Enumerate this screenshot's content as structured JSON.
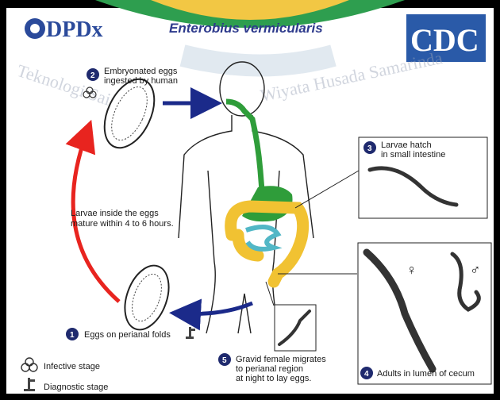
{
  "header": {
    "logo_text": "DPDx",
    "title": "Enterobius vermicularis",
    "cdc_logo": "CDC"
  },
  "watermark": {
    "left": "Teknologi Sains",
    "right": "Wiyata Husada Samarinda"
  },
  "steps": [
    {
      "number": "1",
      "lines": [
        "Eggs on perianal folds"
      ]
    },
    {
      "number": "2",
      "lines": [
        "Embryonated eggs",
        "ingested by human"
      ]
    },
    {
      "number": "3",
      "lines": [
        "Larvae hatch",
        "in small intestine"
      ]
    },
    {
      "number": "4",
      "lines": [
        "Adults in lumen of cecum"
      ]
    },
    {
      "number": "5",
      "lines": [
        "Gravid female migrates",
        "to perianal region",
        "at night to lay eggs."
      ]
    }
  ],
  "cycle_note": [
    "Larvae inside the eggs",
    "mature within 4 to 6 hours."
  ],
  "legend": [
    {
      "icon": "biohazard-icon",
      "label": "Infective stage"
    },
    {
      "icon": "microscope-icon",
      "label": "Diagnostic stage"
    }
  ],
  "sex_symbols": {
    "female": "♀",
    "male": "♂"
  },
  "colors": {
    "background": "#ffffff",
    "frame": "#000000",
    "banner_green": "#2e9e4f",
    "banner_yellow": "#f2c744",
    "step_badge": "#1f2a6e",
    "red_arrow": "#e8241f",
    "blue_arrow": "#1b2a8a",
    "digestive_green": "#2f9d3a",
    "colon_yellow": "#f1c232",
    "small_intestine": "#52b7c6",
    "cdc_blue": "#2a5aa8"
  }
}
